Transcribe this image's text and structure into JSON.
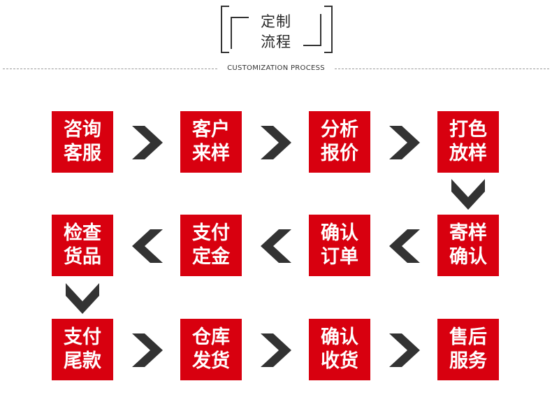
{
  "header": {
    "title_line1": "定制",
    "title_line2": "流程",
    "subtitle": "CUSTOMIZATION PROCESS"
  },
  "colors": {
    "box": "#d8000f",
    "arrow": "#333333",
    "text": "#ffffff"
  },
  "steps": [
    {
      "line1": "咨询",
      "line2": "客服"
    },
    {
      "line1": "客户",
      "line2": "来样"
    },
    {
      "line1": "分析",
      "line2": "报价"
    },
    {
      "line1": "打色",
      "line2": "放样"
    },
    {
      "line1": "寄样",
      "line2": "确认"
    },
    {
      "line1": "确认",
      "line2": "订单"
    },
    {
      "line1": "支付",
      "line2": "定金"
    },
    {
      "line1": "检查",
      "line2": "货品"
    },
    {
      "line1": "支付",
      "line2": "尾款"
    },
    {
      "line1": "仓库",
      "line2": "发货"
    },
    {
      "line1": "确认",
      "line2": "收货"
    },
    {
      "line1": "售后",
      "line2": "服务"
    }
  ]
}
